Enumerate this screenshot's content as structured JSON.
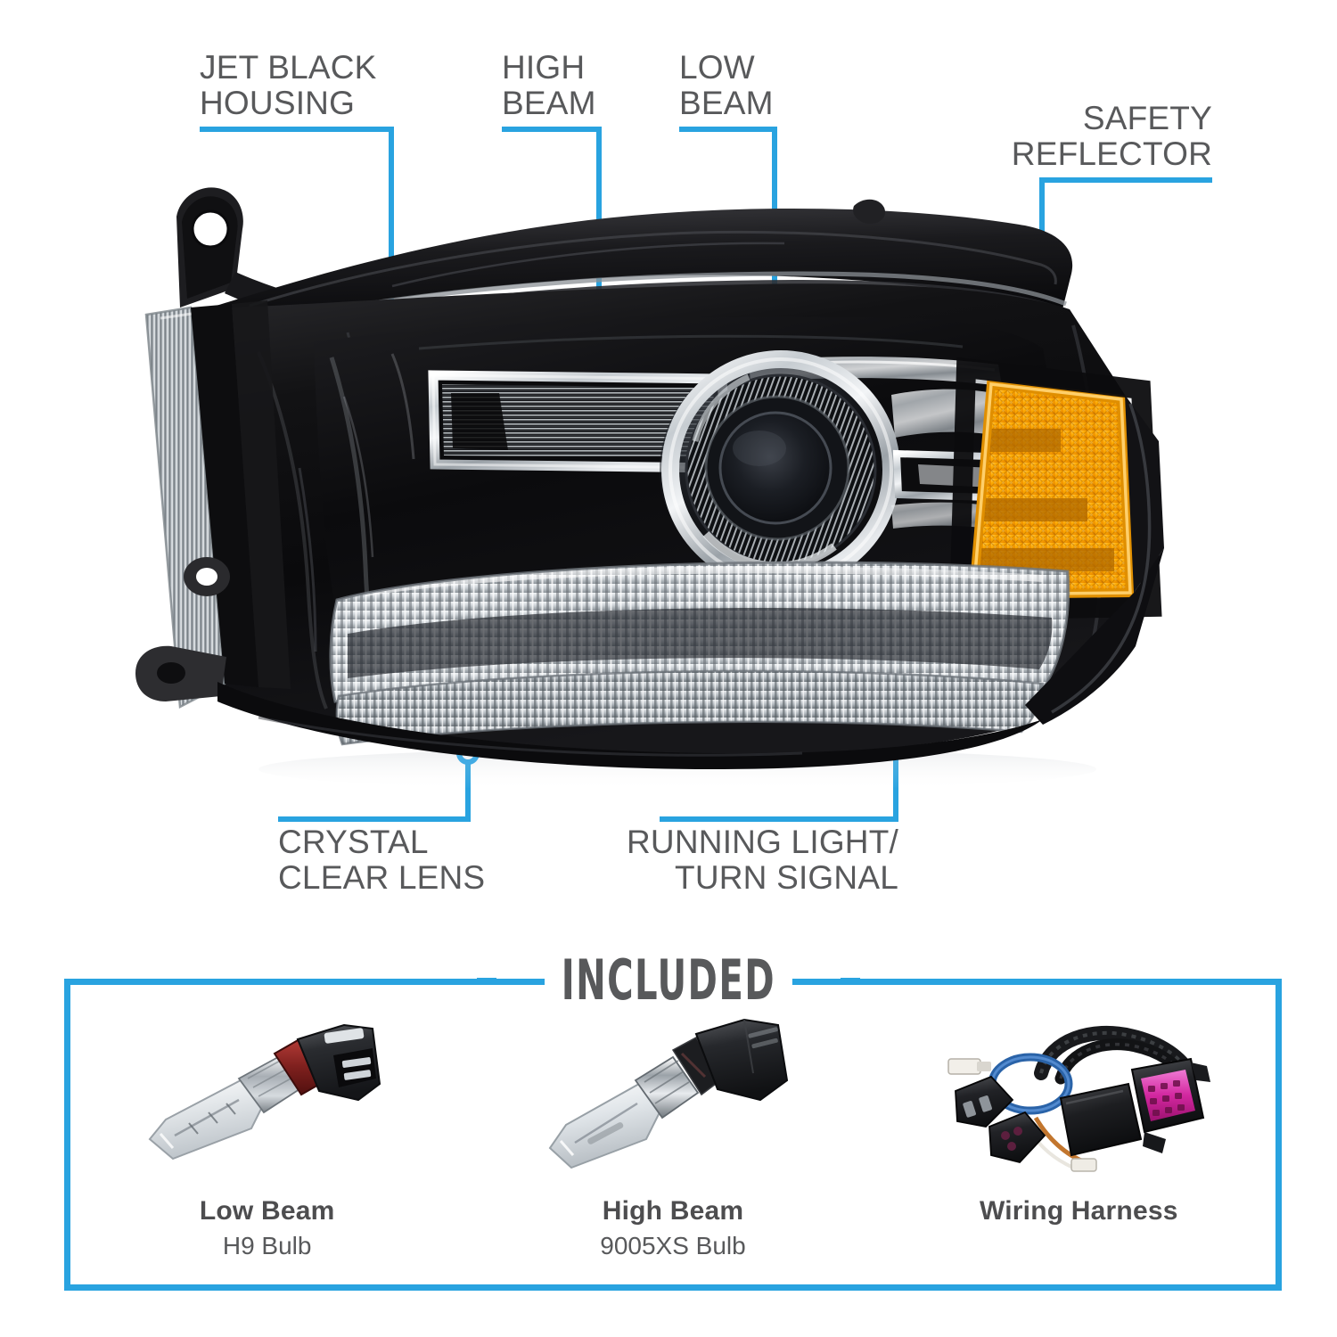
{
  "theme": {
    "accent": "#29a3e0",
    "text_gray": "#58595b",
    "amber": "#f5a200",
    "housing_black": "#101012"
  },
  "product": {
    "name": "projector-headlight-assembly",
    "alt": "Jet black projector headlight assembly with amber safety reflector"
  },
  "callouts": [
    {
      "id": "jet-black-housing",
      "label": "JET BLACK\nHOUSING",
      "align": "left"
    },
    {
      "id": "high-beam",
      "label": "HIGH\nBEAM",
      "align": "left"
    },
    {
      "id": "low-beam",
      "label": "LOW\nBEAM",
      "align": "left"
    },
    {
      "id": "safety-reflector",
      "label": "SAFETY\nREFLECTOR",
      "align": "right"
    },
    {
      "id": "crystal-clear-lens",
      "label": "CRYSTAL\nCLEAR LENS",
      "align": "left"
    },
    {
      "id": "running-light-turn-signal",
      "label": "RUNNING LIGHT/\nTURN SIGNAL",
      "align": "right"
    }
  ],
  "included": {
    "title": "INCLUDED",
    "items": [
      {
        "id": "low-beam-bulb",
        "icon": "halogen-bulb-h9",
        "title": "Low Beam",
        "subtitle": "H9 Bulb"
      },
      {
        "id": "high-beam-bulb",
        "icon": "halogen-bulb-9005xs",
        "title": "High Beam",
        "subtitle": "9005XS Bulb"
      },
      {
        "id": "wiring-harness",
        "icon": "wiring-harness",
        "title": "Wiring Harness",
        "subtitle": ""
      }
    ]
  }
}
